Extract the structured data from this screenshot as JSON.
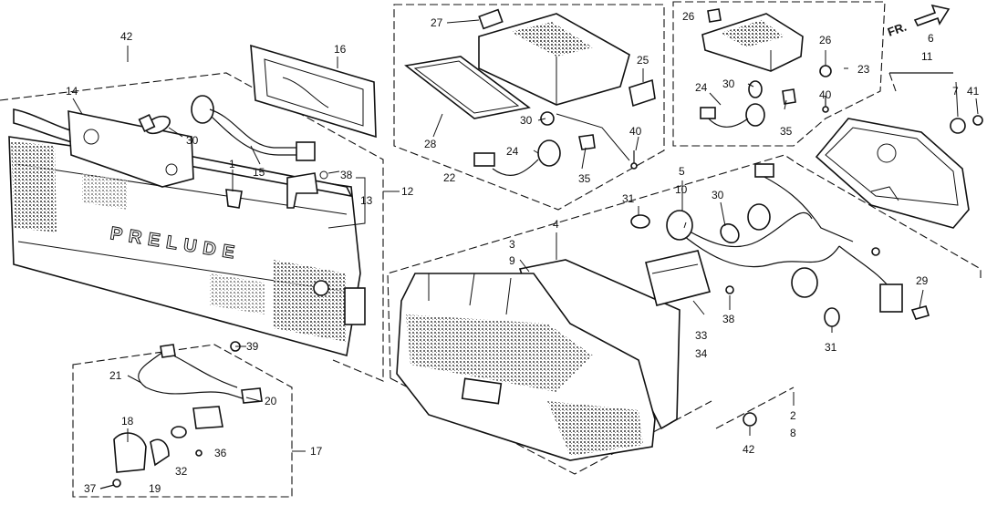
{
  "diagram": {
    "emblem_text": "PRELUDE",
    "fr_label": "FR.",
    "callouts": {
      "c1": "1",
      "c2": "2",
      "c3": "3",
      "c4": "4",
      "c5": "5",
      "c6": "6",
      "c7": "7",
      "c8": "8",
      "c9": "9",
      "c10": "10",
      "c11": "11",
      "c12": "12",
      "c13": "13",
      "c14": "14",
      "c15": "15",
      "c16": "16",
      "c17": "17",
      "c18": "18",
      "c19": "19",
      "c20": "20",
      "c21": "21",
      "c22": "22",
      "c23": "23",
      "c24": "24",
      "c25": "25",
      "c26": "26",
      "c27": "27",
      "c28": "28",
      "c29": "29",
      "c30": "30",
      "c31": "31",
      "c32": "32",
      "c33": "33",
      "c34": "34",
      "c35": "35",
      "c36": "36",
      "c37": "37",
      "c38": "38",
      "c39": "39",
      "c40": "40",
      "c41": "41",
      "c42": "42"
    }
  }
}
